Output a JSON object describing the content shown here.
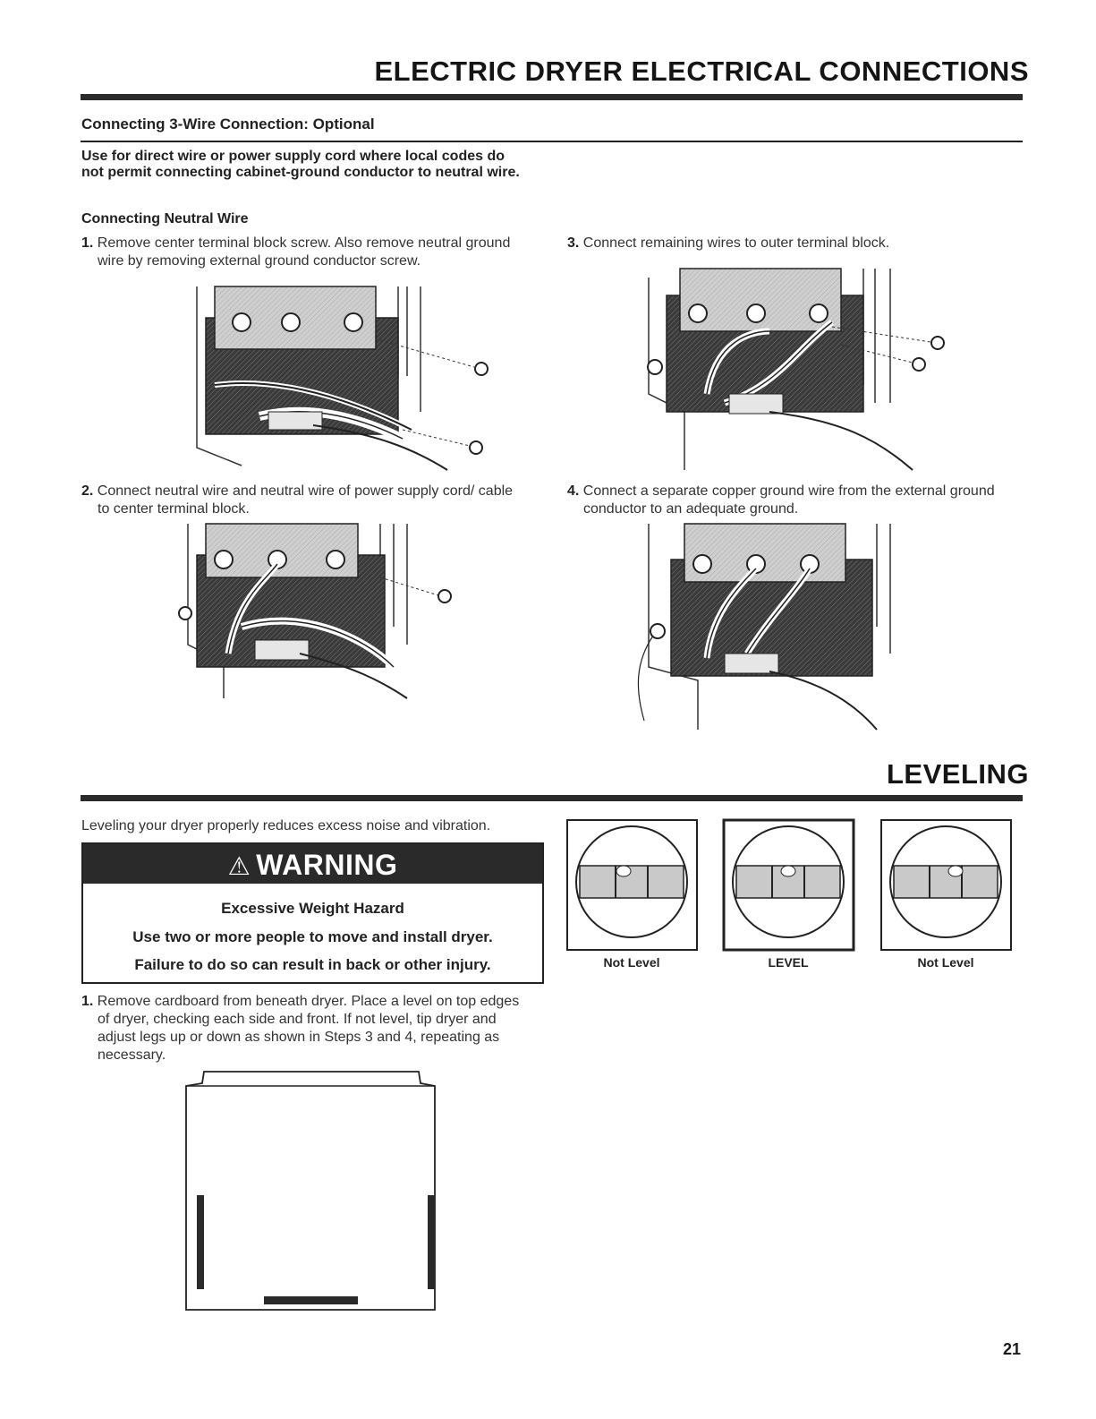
{
  "header": {
    "section_title": "ELECTRIC DRYER ELECTRICAL CONNECTIONS",
    "subsection_title": "Connecting 3-Wire Connection: Optional",
    "intro_bold": "Use for direct wire or power supply cord where local codes do not permit connecting cabinet-ground conductor to neutral wire.",
    "subheading": "Connecting Neutral Wire"
  },
  "steps": [
    {
      "number": "1.",
      "text": "Remove center terminal block screw. Also remove neutral ground wire by removing external ground conductor screw."
    },
    {
      "number": "2.",
      "text": "Connect neutral wire and neutral wire of power supply cord/ cable to center terminal block."
    },
    {
      "number": "3.",
      "text": "Connect remaining wires to outer terminal block."
    },
    {
      "number": "4.",
      "text": "Connect a separate copper ground wire from the external ground conductor to an adequate ground."
    }
  ],
  "leveling": {
    "section_title": "LEVELING",
    "intro": "Leveling your dryer properly reduces excess noise and vibration.",
    "warning": {
      "banner": "WARNING",
      "hazard": "Excessive Weight Hazard",
      "line1": "Use two or more people to move and install dryer.",
      "line2": "Failure to do so can result in back or other injury."
    },
    "step1": {
      "number": "1.",
      "text": "Remove cardboard from beneath dryer. Place a level on top edges of dryer, checking each side and front. If not level, tip dryer and adjust legs up or down as shown in Steps 3 and 4, repeating as necessary."
    },
    "level_labels": [
      "Not Level",
      "LEVEL",
      "Not Level"
    ]
  },
  "page_number": "21"
}
